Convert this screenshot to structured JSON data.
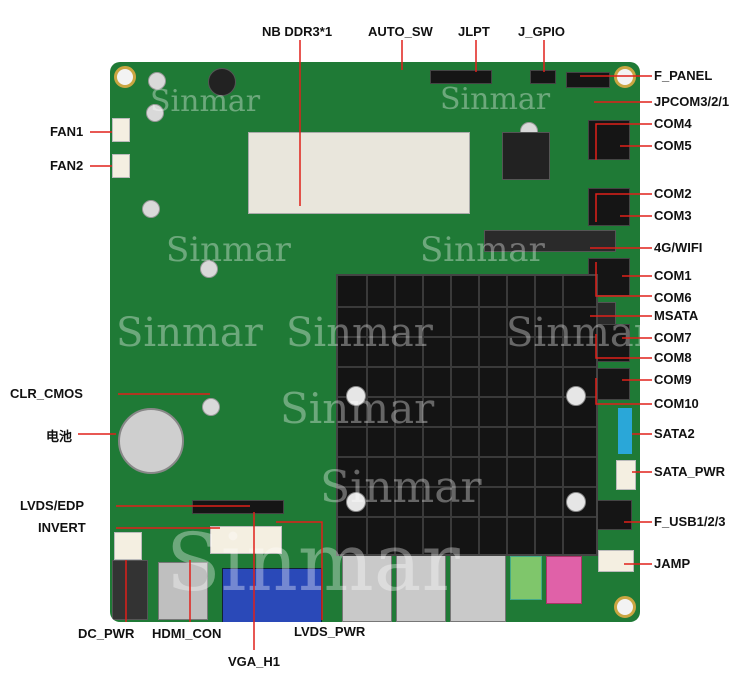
{
  "labels": {
    "nb_ddr3": "NB DDR3*1",
    "auto_sw": "AUTO_SW",
    "jlpt": "JLPT",
    "j_gpio": "J_GPIO",
    "f_panel": "F_PANEL",
    "jpcom": "JPCOM3/2/1",
    "com4": "COM4",
    "com5": "COM5",
    "com2": "COM2",
    "com3": "COM3",
    "wifi": "4G/WIFI",
    "com1": "COM1",
    "com6": "COM6",
    "msata": "MSATA",
    "com7": "COM7",
    "com8": "COM8",
    "com9": "COM9",
    "com10": "COM10",
    "sata2": "SATA2",
    "sata_pwr": "SATA_PWR",
    "f_usb": "F_USB1/2/3",
    "jamp": "JAMP",
    "fan1": "FAN1",
    "fan2": "FAN2",
    "clr_cmos": "CLR_CMOS",
    "battery": "电池",
    "lvds_edp": "LVDS/EDP",
    "invert": "INVERT",
    "dc_pwr": "DC_PWR",
    "hdmi_con": "HDMI_CON",
    "vga_h1": "VGA_H1",
    "lvds_pwr": "LVDS_PWR"
  },
  "watermark": "Sinmar",
  "colors": {
    "pcb": "#1f7a36",
    "leader": "#e0201a",
    "heatsink": "#141414",
    "vga_port": "#2a49b8",
    "sata_port": "#2aa7d8"
  }
}
